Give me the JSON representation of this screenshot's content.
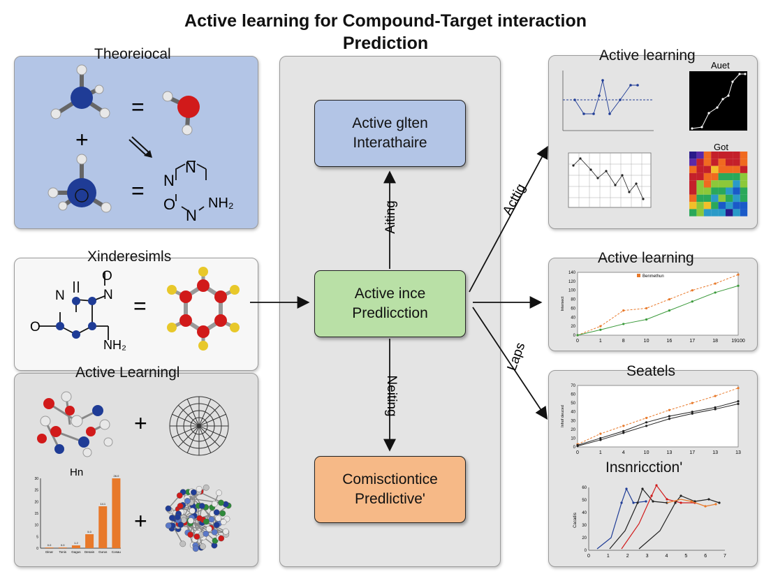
{
  "title_line1": "Active learning for Compound-Target interaction",
  "title_line2": "Prediction",
  "left": {
    "panel1_label": "Theoreiocal",
    "panel1_plus": "+",
    "panel1_eq1": "=",
    "panel1_eq2": "=",
    "ring_atoms": [
      "N",
      "N",
      "O",
      "N",
      "NH₂"
    ],
    "panel2_label": "Xinderesimls",
    "panel2_eq": "=",
    "panel2_atoms": [
      "N",
      "O",
      "O",
      "N",
      "NH₂"
    ],
    "panel3_label": "Active Learningl",
    "panel3_plus1": "+",
    "panel3_plus2": "+",
    "bar_title": "Hn",
    "bar_chart": {
      "type": "bar",
      "y_ticks": [
        "0",
        "5",
        "10",
        "15",
        "20",
        "25",
        "30"
      ],
      "categories": [
        "Dinar",
        "Tonis",
        "Gagus",
        "Desain",
        "Gurus",
        "Cosau"
      ],
      "values": [
        0.3,
        0.3,
        1.2,
        6,
        18,
        30
      ],
      "value_labels": [
        "0.0",
        "0.0",
        "1.2",
        "5.0",
        "14.1",
        "26.0"
      ],
      "ylim": [
        0,
        30
      ],
      "bar_color": "#e8792a"
    }
  },
  "center": {
    "node_top": [
      "Active glten",
      "Interathaire"
    ],
    "node_mid": [
      "Active ince",
      "Predlicction"
    ],
    "node_bot": [
      "Comisctiontice",
      "Predlictive'"
    ],
    "arrow_up_label": "Aiting",
    "arrow_down_label": "Neiting"
  },
  "connectors": {
    "up_label": "Acttig",
    "down_label": "Laps"
  },
  "right": {
    "p1_label": "Active learning",
    "p1_sub1": "Auet",
    "p1_sub2": "Got",
    "p2_label": "Active learning",
    "p2_legend": "Benmethun",
    "p2_y_ticks": [
      "0",
      "20",
      "40",
      "60",
      "80",
      "100",
      "120",
      "140"
    ],
    "p2_x_ticks": [
      "0",
      "1",
      "8",
      "10",
      "16",
      "17",
      "18",
      "19100"
    ],
    "p2_ylabel": "Intersect",
    "p2_chart": {
      "type": "line",
      "x": [
        0,
        1,
        2,
        3,
        4,
        5,
        6,
        7
      ],
      "series": [
        {
          "values": [
            0,
            20,
            55,
            60,
            80,
            100,
            115,
            135
          ],
          "color": "#e8792a"
        },
        {
          "values": [
            0,
            12,
            25,
            35,
            55,
            75,
            95,
            110
          ],
          "color": "#3b9a3b"
        }
      ],
      "ylim": [
        0,
        140
      ]
    },
    "p3_label": "Seatels",
    "p3_y_ticks": [
      "0",
      "10",
      "20",
      "30",
      "40",
      "50",
      "60",
      "70"
    ],
    "p3_x_ticks": [
      "0",
      "1",
      "4",
      "10",
      "13",
      "17",
      "13",
      "13"
    ],
    "p3_ylabel": "Inhof deuced",
    "p3_chart": {
      "type": "line",
      "x": [
        0,
        1,
        2,
        3,
        4,
        5,
        6,
        7
      ],
      "series": [
        {
          "values": [
            3,
            15,
            24,
            33,
            42,
            50,
            58,
            67
          ],
          "color": "#e8792a"
        },
        {
          "values": [
            2,
            10,
            18,
            28,
            35,
            40,
            45,
            52
          ],
          "color": "#222222"
        },
        {
          "values": [
            1,
            8,
            16,
            24,
            32,
            38,
            43,
            49
          ],
          "color": "#222222"
        }
      ],
      "ylim": [
        0,
        70
      ]
    },
    "p4_label": "Insnricction'",
    "p4_y_ticks": [
      "0",
      "20",
      "30",
      "40",
      "50",
      "60"
    ],
    "p4_x_ticks": [
      "0",
      "1",
      "2",
      "3",
      "4",
      "5",
      "6",
      "7"
    ],
    "p4_ylabel": "Cacadis"
  }
}
